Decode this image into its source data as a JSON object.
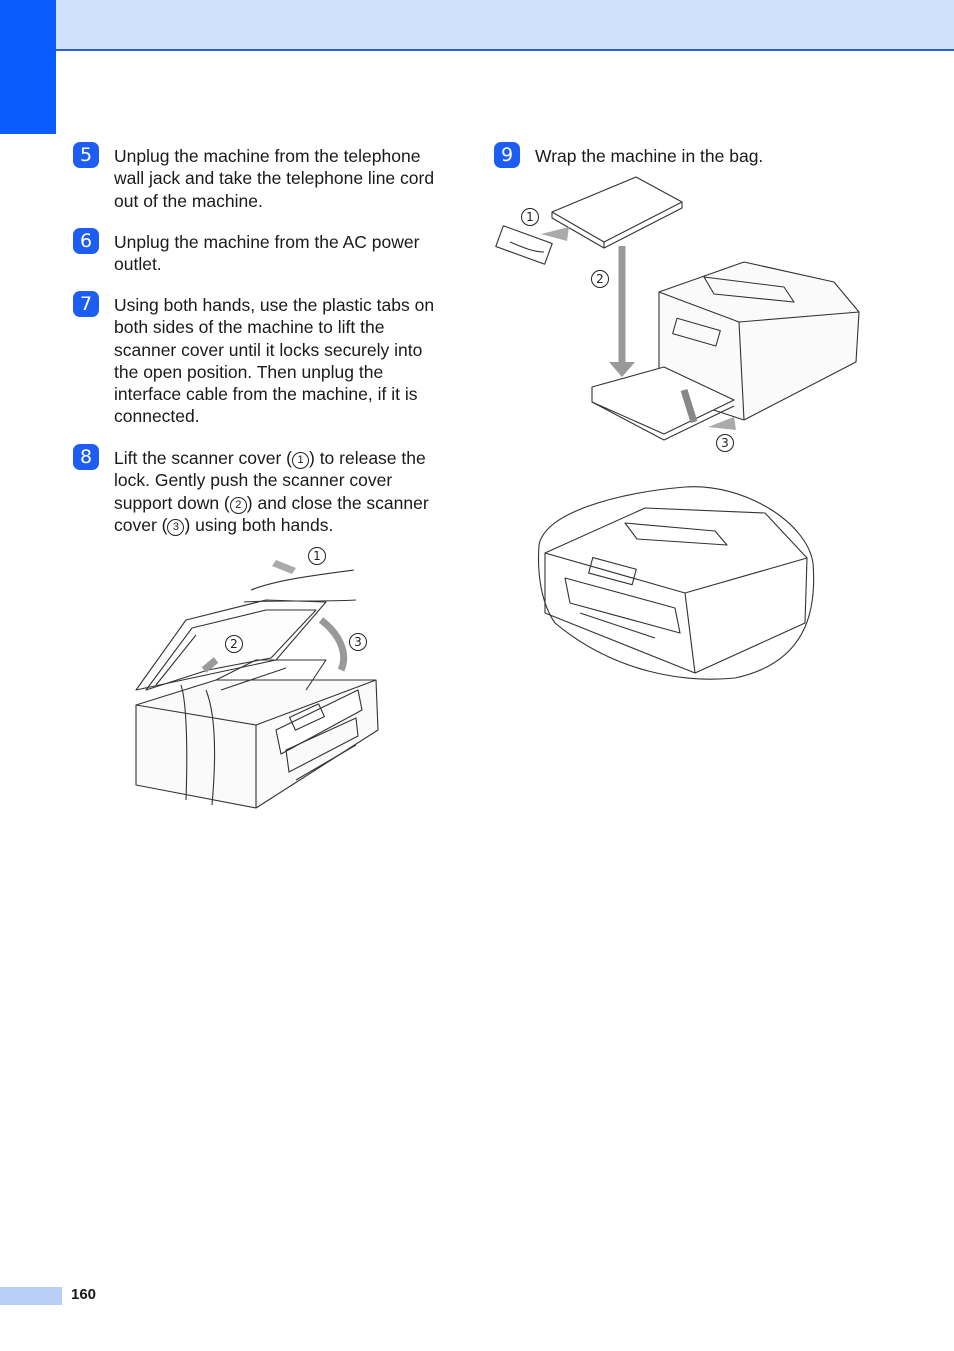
{
  "steps": [
    {
      "number": "5",
      "text": "Unplug the machine from the telephone wall jack and take the telephone line cord out of the machine."
    },
    {
      "number": "6",
      "text": "Unplug the machine from the AC power outlet."
    },
    {
      "number": "7",
      "text": "Using both hands, use the plastic tabs on both sides of the machine to lift the scanner cover until it locks securely into the open position. Then unplug the interface cable from the machine, if it is connected."
    },
    {
      "number": "8",
      "text_parts": [
        "Lift the scanner cover (",
        ") to release the lock. Gently push the scanner cover support down (",
        ") and close the scanner cover (",
        ") using both hands."
      ],
      "callouts": [
        "1",
        "2",
        "3"
      ]
    },
    {
      "number": "9",
      "text": "Wrap the machine in the bag."
    }
  ],
  "figure_callouts": {
    "scanner_figure": [
      "1",
      "2",
      "3"
    ],
    "packing_figure": [
      "1",
      "2",
      "3"
    ]
  },
  "page_number": "160",
  "colors": {
    "header_band": "#cfe0fb",
    "side_tab": "#0a5cff",
    "step_badge": "#1d5df2",
    "footer_band": "#b8cffa"
  }
}
